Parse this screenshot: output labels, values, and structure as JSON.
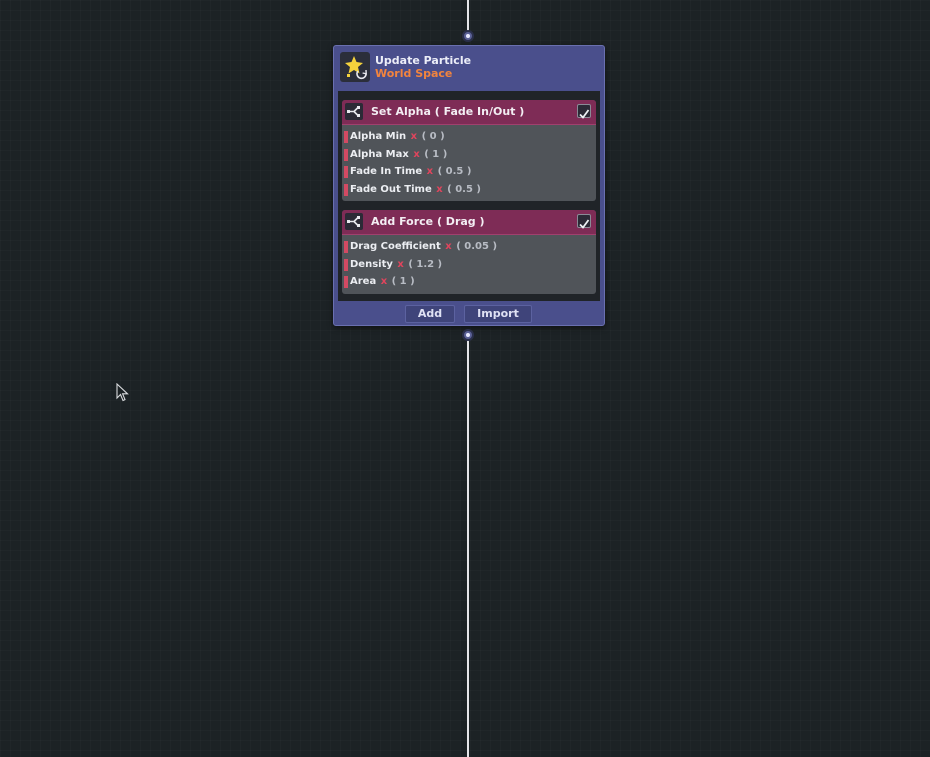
{
  "node": {
    "title": "Update Particle",
    "subtitle": "World Space",
    "icon": "particle-update-icon",
    "colors": {
      "node_bg": "#4a4f8c",
      "subtitle": "#f2843e",
      "block_header": "#7e2c56",
      "property_marker": "#d24a63"
    },
    "blocks": [
      {
        "title": "Set Alpha ( Fade In/Out )",
        "icon": "block-branch-icon",
        "enabled": true,
        "properties": [
          {
            "label": "Alpha Min",
            "axis": "x",
            "value": "( 0 )"
          },
          {
            "label": "Alpha Max",
            "axis": "x",
            "value": "( 1 )"
          },
          {
            "label": "Fade In Time",
            "axis": "x",
            "value": "( 0.5 )"
          },
          {
            "label": "Fade Out Time",
            "axis": "x",
            "value": "( 0.5 )"
          }
        ]
      },
      {
        "title": "Add Force ( Drag )",
        "icon": "block-branch-icon",
        "enabled": true,
        "properties": [
          {
            "label": "Drag Coefficient",
            "axis": "x",
            "value": "( 0.05 )"
          },
          {
            "label": "Density",
            "axis": "x",
            "value": "( 1.2 )"
          },
          {
            "label": "Area",
            "axis": "x",
            "value": "( 1 )"
          }
        ]
      }
    ],
    "footer": {
      "add_label": "Add",
      "import_label": "Import"
    }
  }
}
